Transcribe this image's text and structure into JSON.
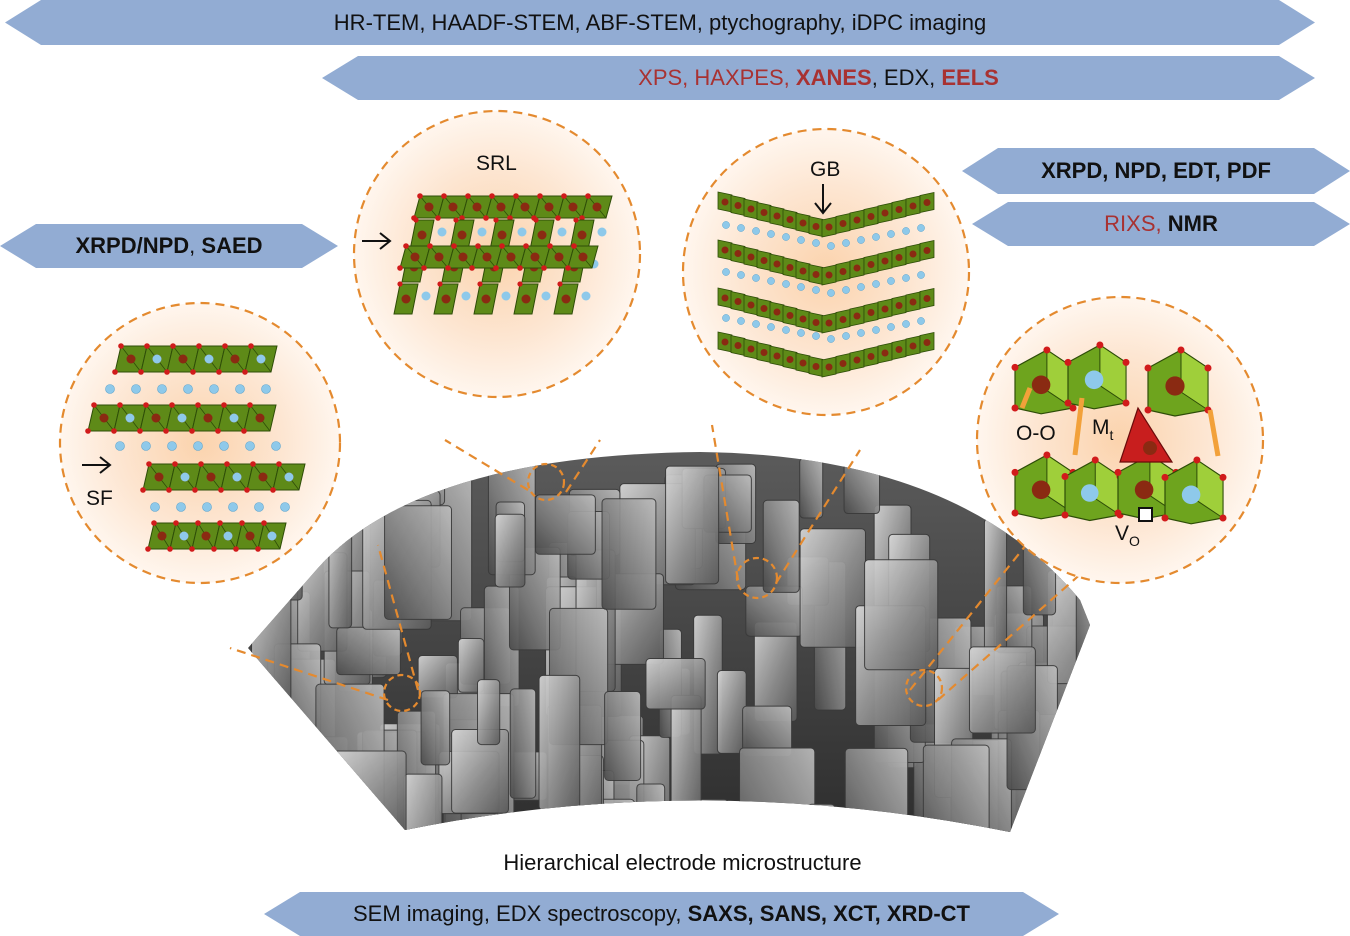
{
  "banners": [
    {
      "id": "top",
      "segments": [
        {
          "text": "HR-TEM, HAADF-STEM, ABF-STEM, ptychography, iDPC imaging",
          "color": "dark",
          "bold": false
        }
      ]
    },
    {
      "id": "second",
      "segments": [
        {
          "text": "XPS, HAXPES, ",
          "color": "red",
          "bold": false
        },
        {
          "text": "XANES",
          "color": "red",
          "bold": true
        },
        {
          "text": ", EDX, ",
          "color": "dark",
          "bold": false
        },
        {
          "text": "EELS",
          "color": "red",
          "bold": true
        }
      ]
    },
    {
      "id": "right1",
      "segments": [
        {
          "text": "XRPD, NPD, EDT, PDF",
          "color": "dark",
          "bold": true
        }
      ]
    },
    {
      "id": "right2",
      "segments": [
        {
          "text": "RIXS, ",
          "color": "red",
          "bold": false
        },
        {
          "text": "NMR",
          "color": "dark",
          "bold": true
        }
      ]
    },
    {
      "id": "left",
      "segments": [
        {
          "text": "XRPD/NPD",
          "color": "dark",
          "bold": true
        },
        {
          "text": ", ",
          "color": "dark",
          "bold": false
        },
        {
          "text": "SAED",
          "color": "dark",
          "bold": true
        }
      ]
    },
    {
      "id": "bottom",
      "segments": [
        {
          "text": "SEM imaging, EDX spectroscopy, ",
          "color": "dark",
          "bold": false
        },
        {
          "text": "SAXS, SANS, XCT, XRD-CT",
          "color": "dark",
          "bold": true
        }
      ]
    }
  ],
  "labels": {
    "srl": "SRL",
    "gb": "GB",
    "sf": "SF",
    "oo": "O-O",
    "mt": "M",
    "mt_sub": "t",
    "vo": "V",
    "vo_sub": "O"
  },
  "caption": "Hierarchical electrode microstructure",
  "colors": {
    "banner_fill": "#92acd3",
    "dashed_orange": "#e48a2f",
    "octahedron_green": "#5e8a18",
    "metal_brown": "#8a2a12",
    "oxygen_red": "#d11b1b",
    "li_blue": "#8ec9ea",
    "text_red": "#a83232",
    "tetra_red": "#c81e1e"
  }
}
